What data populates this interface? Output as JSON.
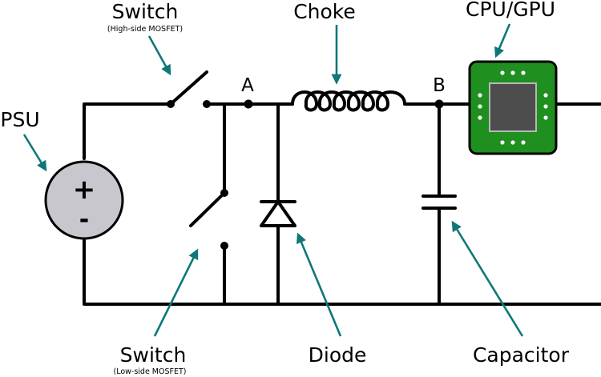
{
  "labels": {
    "psu": "PSU",
    "switch_high": "Switch",
    "switch_high_sub": "(High-side MOSFET)",
    "node_a": "A",
    "choke": "Choke",
    "node_b": "B",
    "cpu_gpu": "CPU/GPU",
    "switch_low": "Switch",
    "switch_low_sub": "(Low-side MOSFET)",
    "diode": "Diode",
    "capacitor": "Capacitor"
  },
  "psu_symbol": {
    "plus": "+",
    "minus": "-"
  },
  "colors": {
    "wire": "#000000",
    "arrow": "#0f7777",
    "psu_fill": "#c7c7cd",
    "chip_board": "#1f8f1f",
    "chip_core": "#4d4d4d",
    "chip_pin": "#ffffff"
  },
  "icons": [
    "psu-source-icon",
    "switch-icon",
    "inductor-icon",
    "diode-icon",
    "capacitor-icon",
    "cpu-chip-icon"
  ]
}
